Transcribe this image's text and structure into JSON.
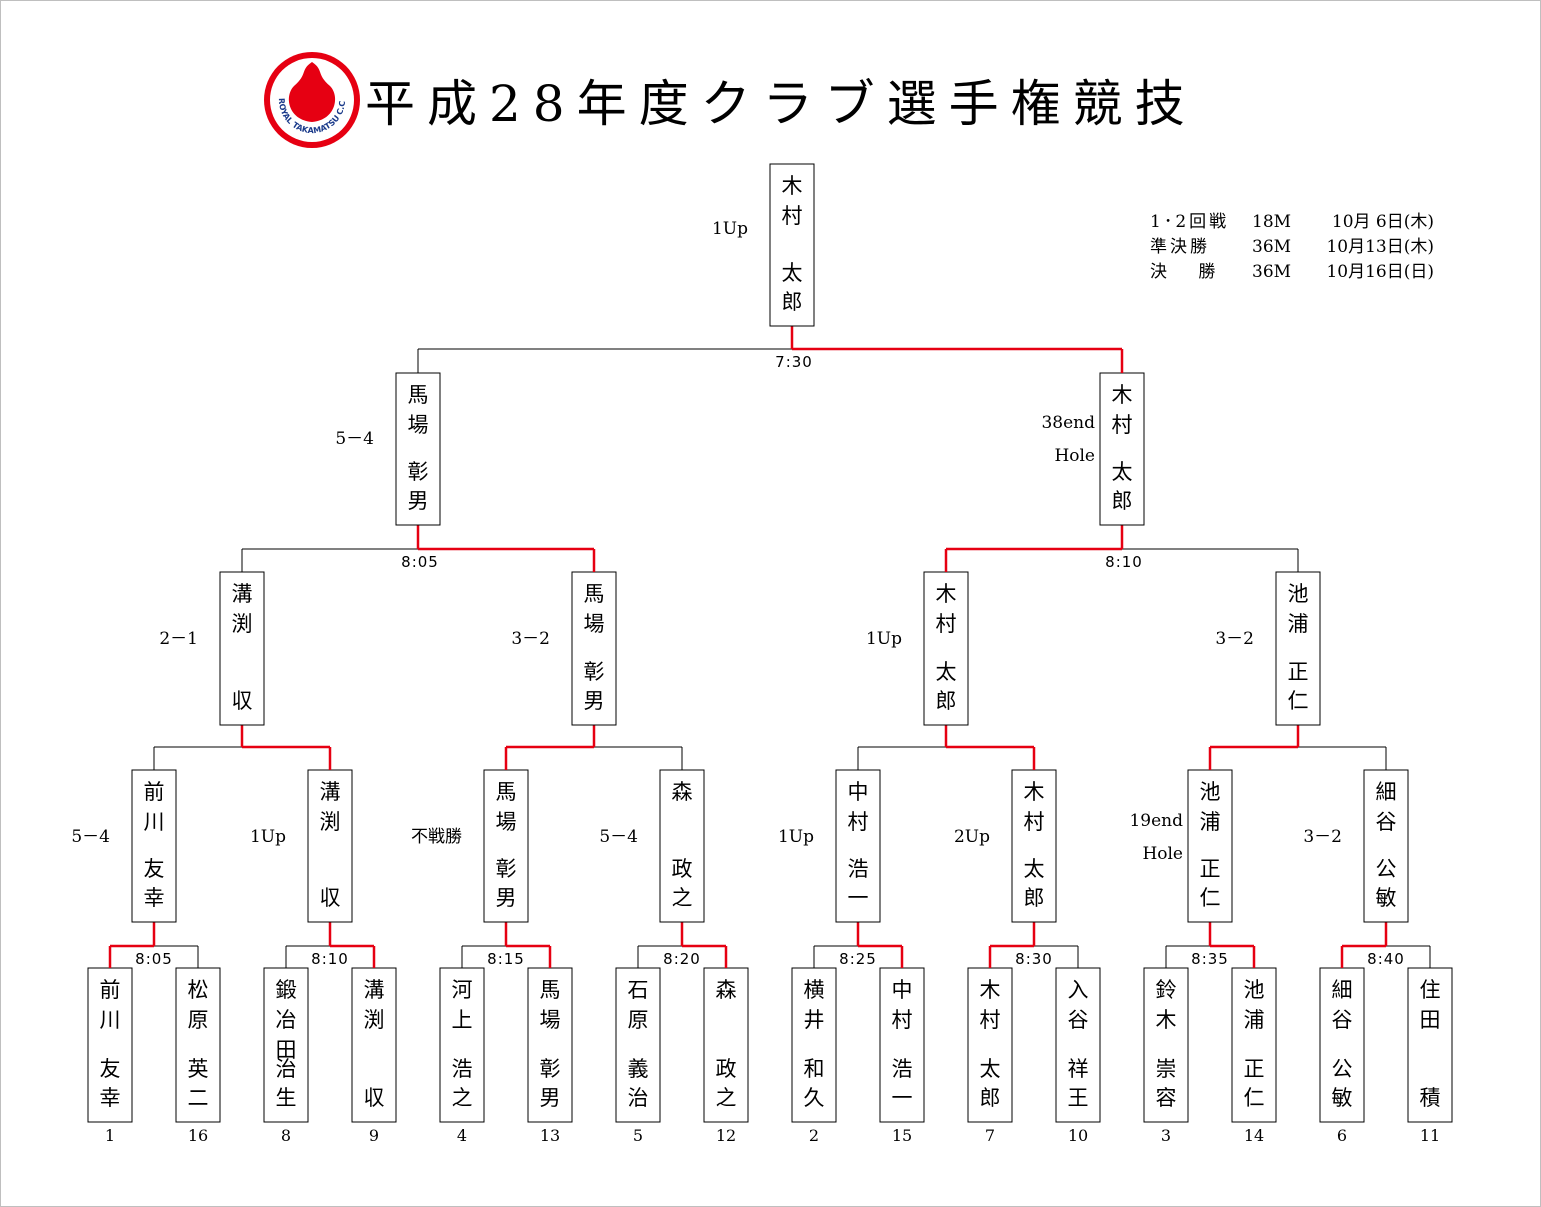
{
  "title": "平成28年度クラブ選手権競技",
  "logo": {
    "text": "ROYAL TAKAMATSU C.C.",
    "colors": {
      "red": "#e60012"
    }
  },
  "schedule": [
    {
      "round": "1･2回戦",
      "length": "18M",
      "date": "10月 6日(木)"
    },
    {
      "round": "準決勝",
      "length": "36M",
      "date": "10月13日(木)"
    },
    {
      "round": "決　 勝",
      "length": "36M",
      "date": "10月16日(日)"
    }
  ],
  "colors": {
    "winner_line": "#e60012",
    "line": "#000000"
  },
  "players": [
    {
      "seed": "1",
      "name1": "前川",
      "name2": "友幸"
    },
    {
      "seed": "16",
      "name1": "松原",
      "name2": "英二"
    },
    {
      "seed": "8",
      "name1": "鍛冶田",
      "name2": "治生"
    },
    {
      "seed": "9",
      "name1": "溝渕",
      "name2": "収"
    },
    {
      "seed": "4",
      "name1": "河上",
      "name2": "浩之"
    },
    {
      "seed": "13",
      "name1": "馬場",
      "name2": "彰男"
    },
    {
      "seed": "5",
      "name1": "石原",
      "name2": "義治"
    },
    {
      "seed": "12",
      "name1": "森",
      "name2": "政之"
    },
    {
      "seed": "2",
      "name1": "横井",
      "name2": "和久"
    },
    {
      "seed": "15",
      "name1": "中村",
      "name2": "浩一"
    },
    {
      "seed": "7",
      "name1": "木村",
      "name2": "太郎"
    },
    {
      "seed": "10",
      "name1": "入谷",
      "name2": "祥王"
    },
    {
      "seed": "3",
      "name1": "鈴木",
      "name2": "崇容"
    },
    {
      "seed": "14",
      "name1": "池浦",
      "name2": "正仁"
    },
    {
      "seed": "6",
      "name1": "細谷",
      "name2": "公敏"
    },
    {
      "seed": "11",
      "name1": "住田",
      "name2": "積"
    }
  ],
  "round1": [
    {
      "time": "8:05",
      "winner": 0,
      "name1": "前川",
      "name2": "友幸",
      "score": [
        "5－4"
      ]
    },
    {
      "time": "8:10",
      "winner": 1,
      "name1": "溝渕",
      "name2": "収",
      "score": [
        "1Up"
      ]
    },
    {
      "time": "8:15",
      "winner": 1,
      "name1": "馬場",
      "name2": "彰男",
      "score": [
        "不戦勝"
      ]
    },
    {
      "time": "8:20",
      "winner": 1,
      "name1": "森",
      "name2": "政之",
      "score": [
        "5－4"
      ]
    },
    {
      "time": "8:25",
      "winner": 1,
      "name1": "中村",
      "name2": "浩一",
      "score": [
        "1Up"
      ]
    },
    {
      "time": "8:30",
      "winner": 0,
      "name1": "木村",
      "name2": "太郎",
      "score": [
        "2Up"
      ]
    },
    {
      "time": "8:35",
      "winner": 1,
      "name1": "池浦",
      "name2": "正仁",
      "score": [
        "19end",
        "Hole"
      ]
    },
    {
      "time": "8:40",
      "winner": 0,
      "name1": "細谷",
      "name2": "公敏",
      "score": [
        "3－2"
      ]
    }
  ],
  "round2": [
    {
      "winner": 1,
      "name1": "溝渕",
      "name2": "収",
      "score": [
        "2－1"
      ]
    },
    {
      "winner": 0,
      "name1": "馬場",
      "name2": "彰男",
      "score": [
        "3－2"
      ]
    },
    {
      "winner": 1,
      "name1": "木村",
      "name2": "太郎",
      "score": [
        "1Up"
      ]
    },
    {
      "winner": 0,
      "name1": "池浦",
      "name2": "正仁",
      "score": [
        "3－2"
      ]
    }
  ],
  "semifinal": [
    {
      "time": "8:05",
      "winner": 1,
      "name1": "馬場",
      "name2": "彰男",
      "score": [
        "5－4"
      ]
    },
    {
      "time": "8:10",
      "winner": 0,
      "name1": "木村",
      "name2": "太郎",
      "score": [
        "38end",
        "Hole"
      ]
    }
  ],
  "final": {
    "time": "7:30",
    "winner": 1,
    "name1": "木村",
    "name2": "太郎",
    "score": [
      "1Up"
    ]
  }
}
